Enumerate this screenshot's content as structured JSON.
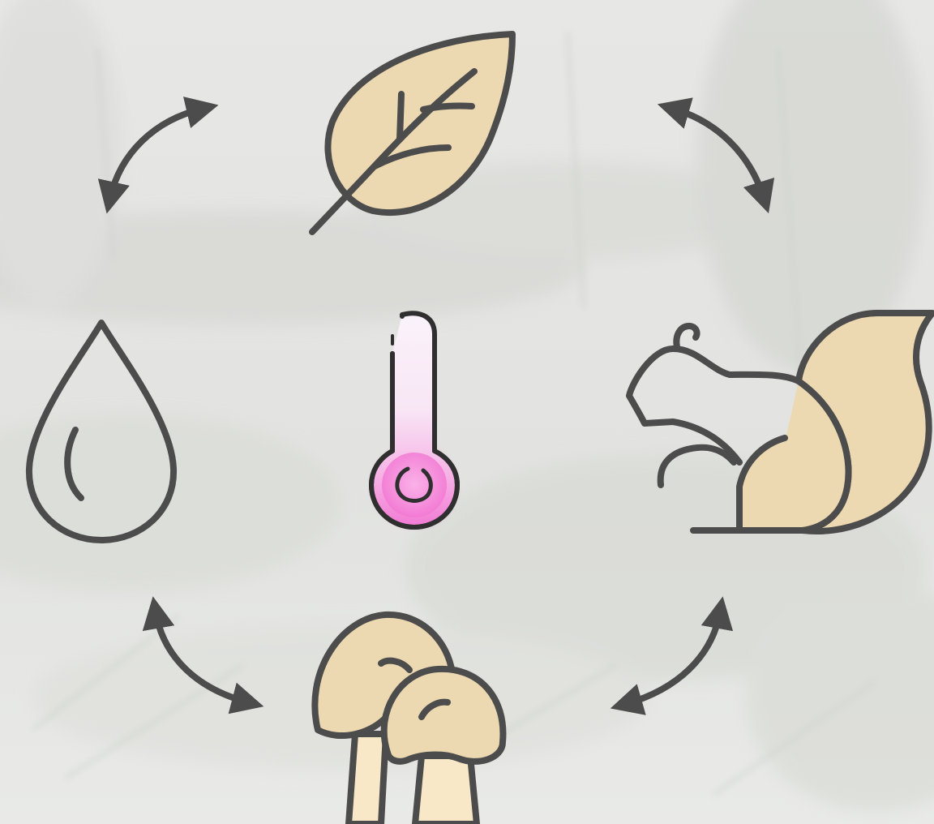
{
  "diagram": {
    "nodes": [
      {
        "id": "leaf",
        "icon": "leaf-icon",
        "position": "top"
      },
      {
        "id": "squirrel",
        "icon": "squirrel-icon",
        "position": "right"
      },
      {
        "id": "mushrooms",
        "icon": "mushrooms-icon",
        "position": "bottom"
      },
      {
        "id": "water",
        "icon": "water-drop-icon",
        "position": "left"
      },
      {
        "id": "temperature",
        "icon": "thermometer-icon",
        "position": "center"
      }
    ],
    "arrows": [
      {
        "id": "water-leaf",
        "icon": "double-arrow-icon",
        "between": [
          "water",
          "leaf"
        ]
      },
      {
        "id": "leaf-squirrel",
        "icon": "double-arrow-icon",
        "between": [
          "leaf",
          "squirrel"
        ]
      },
      {
        "id": "squirrel-mushrooms",
        "icon": "double-arrow-icon",
        "between": [
          "squirrel",
          "mushrooms"
        ]
      },
      {
        "id": "mushrooms-water",
        "icon": "double-arrow-icon",
        "between": [
          "mushrooms",
          "water"
        ]
      }
    ],
    "background": "forest-photo"
  },
  "colors": {
    "stroke": "#4b4c4b",
    "fill_tan": "#ecd8b1",
    "fill_cream": "#f8e8c8",
    "thermo_pink": "#f27ad4",
    "thermo_light": "#faf3fa",
    "background_light": "#e6e6e4"
  }
}
